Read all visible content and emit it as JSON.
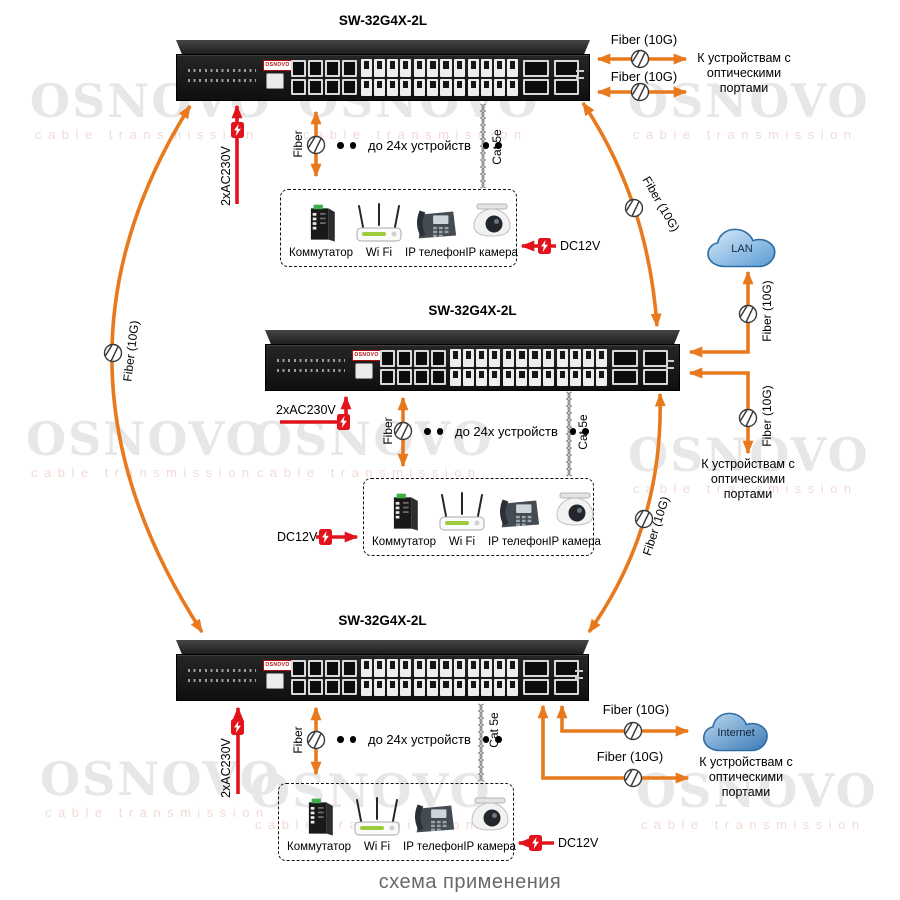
{
  "watermark": {
    "brand": "OSNOVO",
    "tagline": "cable transmission"
  },
  "caption": "схема применения",
  "switch_model": "SW-32G4X-2L",
  "labels": {
    "fiber_10g": "Fiber (10G)",
    "fiber": "Fiber",
    "cat5e": "Cat 5e",
    "devices_count": "до 24х устройств",
    "optical_ports_note": "К устройствам с оптическими портами",
    "ac_power": "2xAC230V",
    "dc_power": "DC12V",
    "lan": "LAN",
    "internet": "Internet",
    "switch_logo": "OSNOVO"
  },
  "device_group": {
    "switch": "Коммутатор",
    "wifi": "Wi Fi",
    "phone": "IP телефон",
    "camera": "IP камера"
  },
  "colors": {
    "fiber": "#E8791D",
    "power": "#E3131B",
    "cloud_lan": "#5b9bd5",
    "cloud_internet": "#3d7ab8"
  }
}
